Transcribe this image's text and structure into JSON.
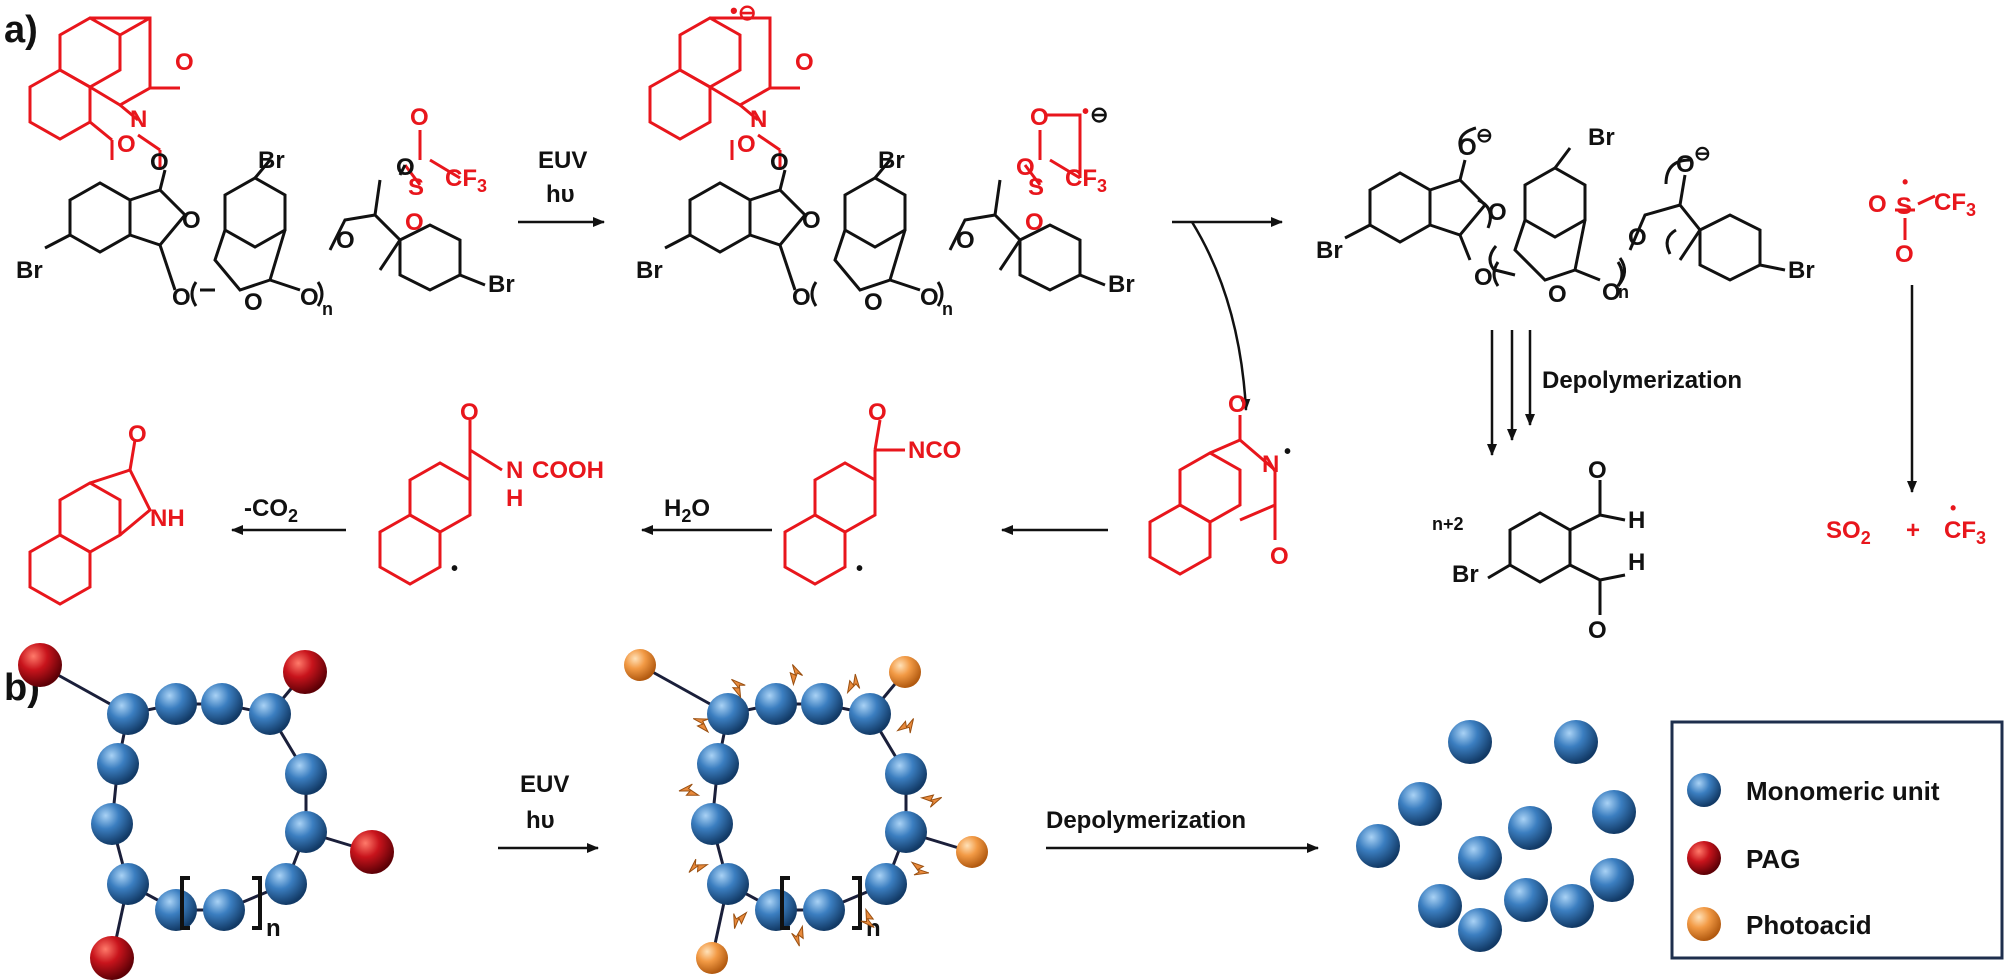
{
  "panel_labels": {
    "a": "a)",
    "b": "b)"
  },
  "colors": {
    "red": "#e8161c",
    "black": "#111111",
    "blue": "#2a6aa6",
    "pag": "#c0101a",
    "photoacid": "#f08a3a",
    "legend_border": "#1e2f4d"
  },
  "atoms": {
    "O": "O",
    "N": "N",
    "NH": "NH",
    "H": "H",
    "Br": "Br",
    "S": "S",
    "CF3": "CF",
    "three": "3",
    "minus": "⊖",
    "dot": "•"
  },
  "labels": {
    "n": "n",
    "n_plus_2": "n+2",
    "cooh": "COOH",
    "nco": "NCO",
    "so2": "SO",
    "two": "2",
    "plus": "+"
  },
  "arrows": {
    "euv": "EUV",
    "hv": "hυ",
    "depoly": "Depolymerization",
    "water": "H",
    "water_sub": "2",
    "water_o": "O",
    "minus_co2": "-CO",
    "co2_sub": "2"
  },
  "legend": {
    "items": [
      {
        "label": "Monomeric unit"
      },
      {
        "label": "PAG"
      },
      {
        "label": "Photoacid"
      }
    ]
  }
}
